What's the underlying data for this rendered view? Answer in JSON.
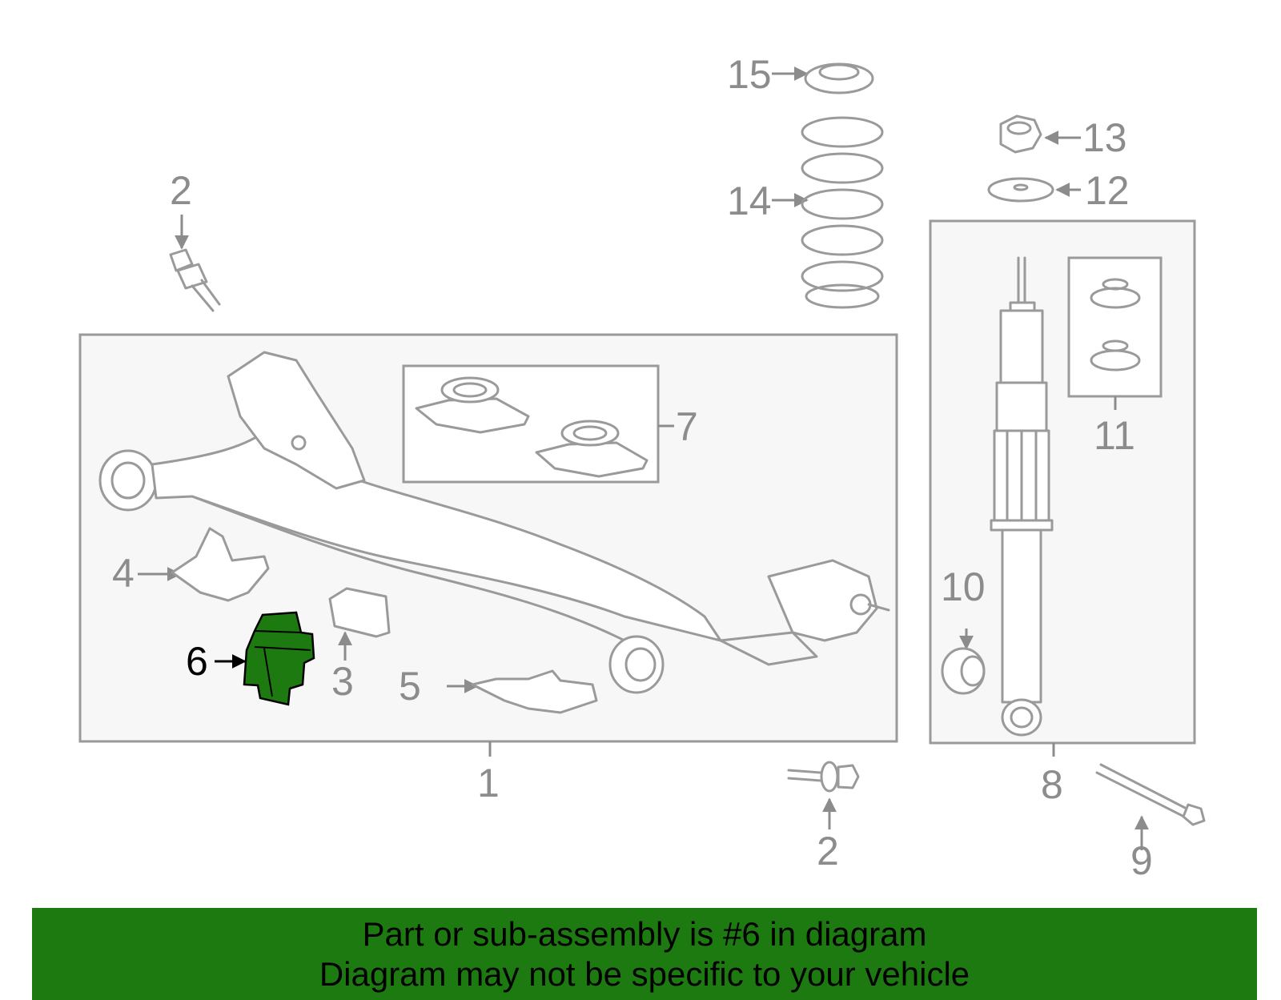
{
  "callouts": {
    "c1": "1",
    "c2a": "2",
    "c2b": "2",
    "c3": "3",
    "c4": "4",
    "c5": "5",
    "c6": "6",
    "c7": "7",
    "c8": "8",
    "c9": "9",
    "c10": "10",
    "c11": "11",
    "c12": "12",
    "c13": "13",
    "c14": "14",
    "c15": "15"
  },
  "highlight": {
    "part": "6",
    "color": "#1d7a10"
  },
  "banner": {
    "line1": "Part or sub-assembly is #6 in diagram",
    "line2": "Diagram may not be specific to your vehicle",
    "background": "#1d7a10"
  }
}
